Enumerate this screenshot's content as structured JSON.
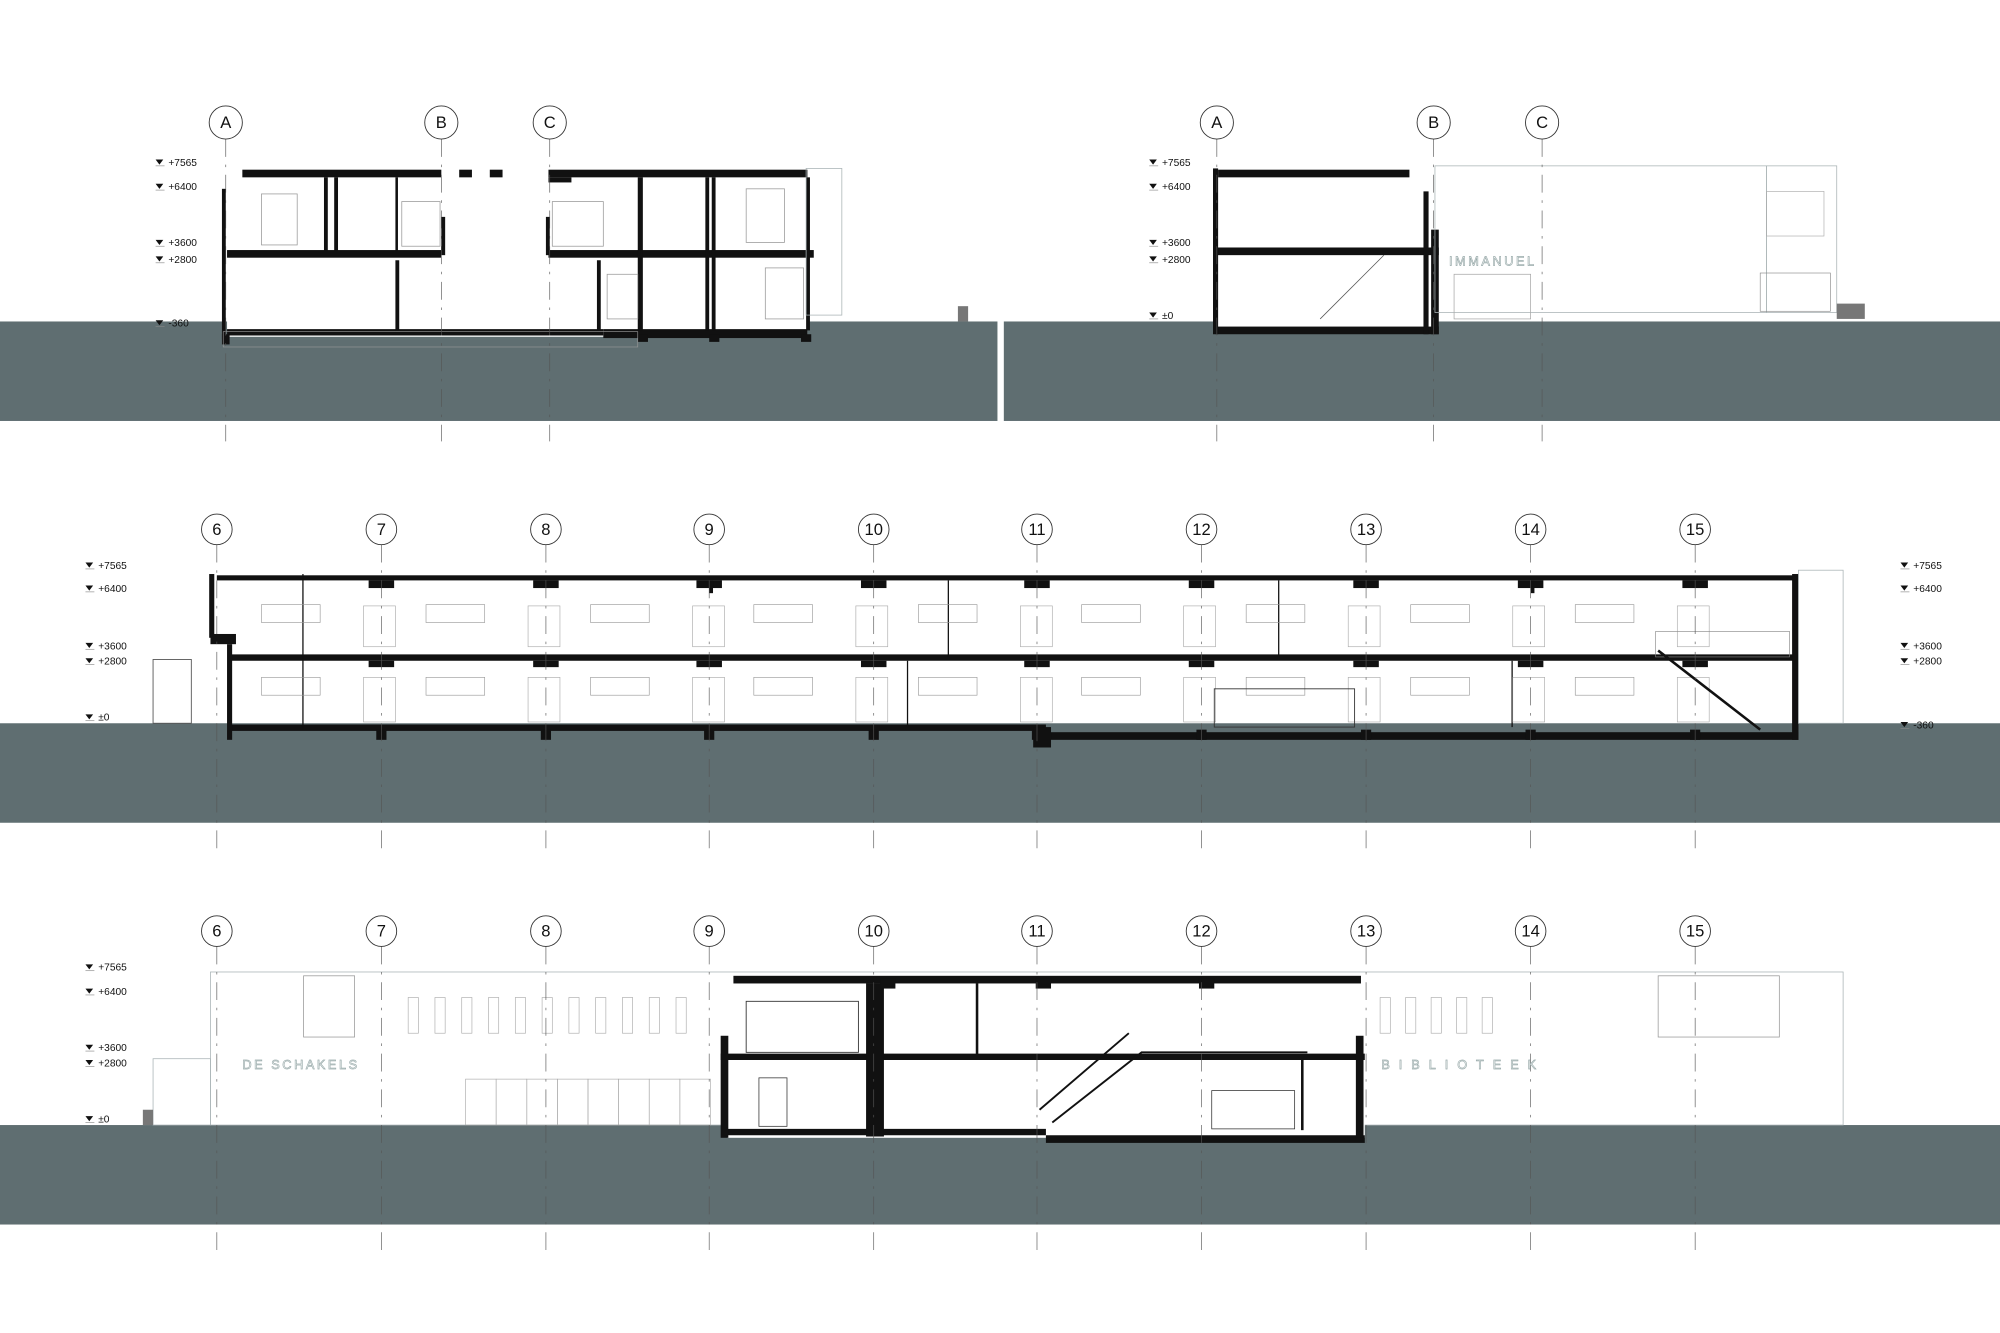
{
  "colors": {
    "ground": "#5f6e71",
    "ink": "#111111",
    "light": "#a9b3b5"
  },
  "panels": {
    "cross_section_1": {
      "grid_labels": [
        "A",
        "B",
        "C"
      ],
      "levels": [
        "+7565",
        "+6400",
        "+3600",
        "+2800",
        "-360"
      ]
    },
    "cross_section_2": {
      "grid_labels": [
        "A",
        "B",
        "C"
      ],
      "levels": [
        "+7565",
        "+6400",
        "+3600",
        "+2800",
        "±0"
      ],
      "signage": "IMMANUEL"
    },
    "long_section": {
      "grid_labels": [
        "6",
        "7",
        "8",
        "9",
        "10",
        "11",
        "12",
        "13",
        "14",
        "15"
      ],
      "levels_left": [
        "+7565",
        "+6400",
        "+3600",
        "+2800",
        "±0"
      ],
      "levels_right": [
        "+7565",
        "+6400",
        "+3600",
        "+2800",
        "-360"
      ]
    },
    "long_elevation": {
      "grid_labels": [
        "6",
        "7",
        "8",
        "9",
        "10",
        "11",
        "12",
        "13",
        "14",
        "15"
      ],
      "levels": [
        "+7565",
        "+6400",
        "+3600",
        "+2800",
        "±0"
      ],
      "signage_left": "DE SCHAKELS",
      "signage_right": "BIBLIOTEEK"
    }
  }
}
